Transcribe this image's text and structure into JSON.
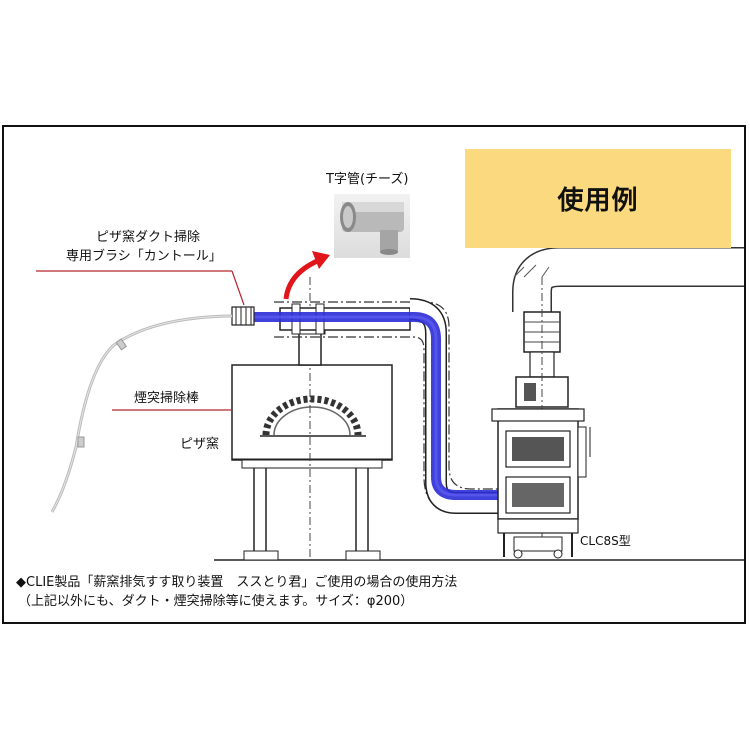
{
  "title": "使用例",
  "labels": {
    "brush_line1": "ピザ窯ダクト掃除",
    "brush_line2": "専用ブラシ「カントール」",
    "chimney_rod": "煙突掃除棒",
    "pizza_oven": "ピザ窯",
    "tee_pipe": "T字管(チーズ)",
    "model": "CLC8S型"
  },
  "footer": {
    "line1": "◆CLIE製品「薪窯排気すす取り装置　ススとり君」ご使用の場合の使用方法",
    "line2": "（上記以外にも、ダクト・煙突掃除等に使えます。サイズ：φ200）"
  },
  "colors": {
    "title_box": "#fad97f",
    "duct_highlight": "#2b2bd6",
    "arrow": "#e1161b",
    "leader_line": "#b3262c"
  }
}
